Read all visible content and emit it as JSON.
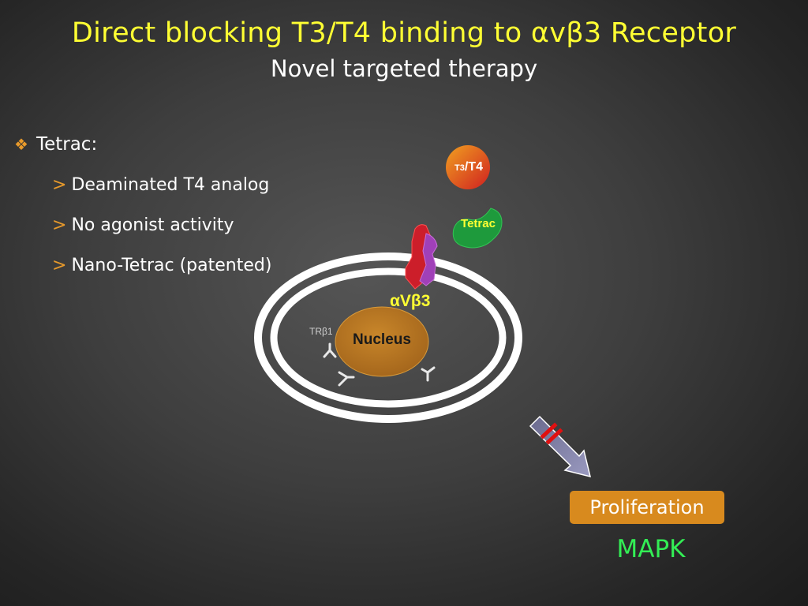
{
  "slide": {
    "title": "Direct blocking T3/T4 binding to αvβ3 Receptor",
    "subtitle": "Novel targeted therapy"
  },
  "bullets": {
    "main_label": "Tetrac:",
    "main_icon": "diamond-bullet-icon",
    "items": [
      "Deaminated T4 analog",
      "No agonist activity",
      "Nano-Tetrac (patented)"
    ],
    "sub_marker": ">"
  },
  "diagram": {
    "ligand_small": "T3",
    "ligand_sep_big": "/T4",
    "tetrac_label": "Tetrac",
    "receptor_label": "αVβ3",
    "nucleus_label": "Nucleus",
    "tr_label": "TRβ1",
    "proliferation_label": "Proliferation",
    "mapk_label": "MAPK"
  },
  "colors": {
    "title": "#ffff33",
    "accent_orange": "#e89a2b",
    "nucleus": "#b8741e",
    "tetrac_green": "#1e9a3c",
    "mapk_green": "#33ee55",
    "block_red": "#e01010"
  }
}
